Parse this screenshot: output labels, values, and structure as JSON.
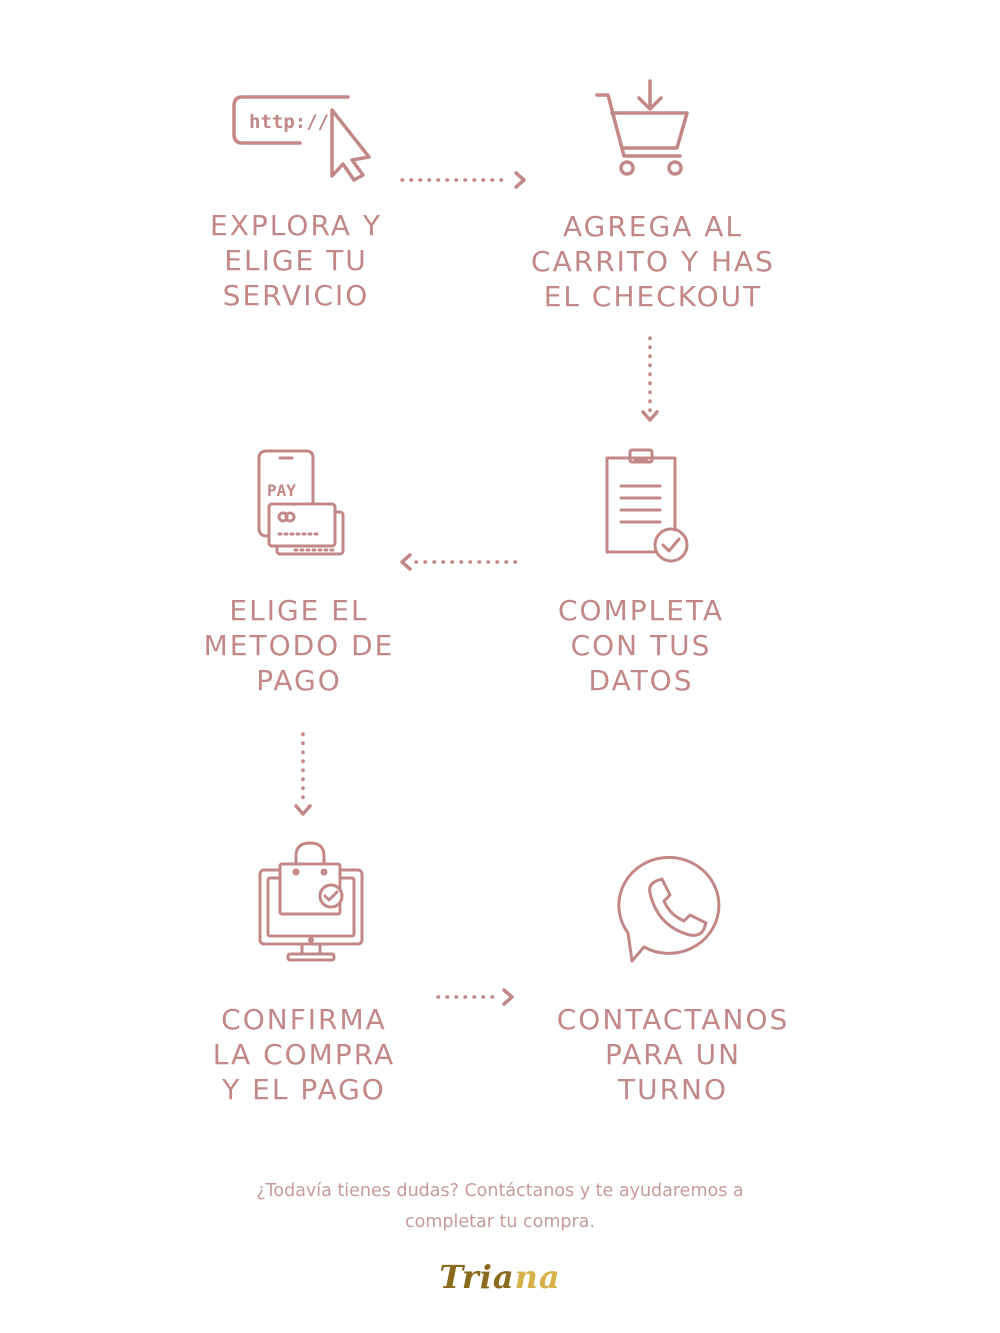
{
  "accent_color": "#c28888",
  "steps": [
    {
      "id": "explora",
      "icon": "browser-cursor-icon",
      "url_text": "http://",
      "lines": [
        "EXPLORA Y",
        "ELIGE TU",
        "SERVICIO"
      ]
    },
    {
      "id": "agrega",
      "icon": "shopping-cart-icon",
      "lines": [
        "AGREGA AL",
        "CARRITO Y HAS",
        "EL CHECKOUT"
      ]
    },
    {
      "id": "completa",
      "icon": "clipboard-check-icon",
      "lines": [
        "COMPLETA",
        "CON TUS",
        "DATOS"
      ]
    },
    {
      "id": "metodo",
      "icon": "mobile-pay-icon",
      "pay_text": "PAY",
      "lines": [
        "ELIGE EL",
        "METODO DE",
        "PAGO"
      ]
    },
    {
      "id": "confirma",
      "icon": "monitor-shopping-bag-icon",
      "lines": [
        "CONFIRMA",
        "LA COMPRA",
        "Y EL PAGO"
      ]
    },
    {
      "id": "contacto",
      "icon": "whatsapp-icon",
      "lines": [
        "CONTACTANOS",
        "PARA UN",
        "TURNO"
      ]
    }
  ],
  "footer": {
    "line1": "¿Todavía tienes dudas? Contáctanos y te ayudaremos a",
    "line2": "completar tu compra."
  },
  "logo": {
    "part1": "Tria",
    "part2": "na"
  }
}
